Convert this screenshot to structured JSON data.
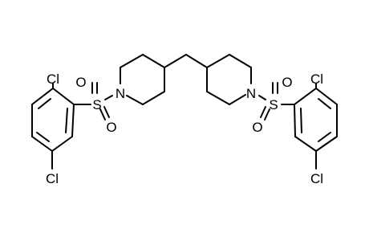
{
  "labels": {
    "cl_top_left": "Cl",
    "cl_bottom_left": "Cl",
    "s_left": "S",
    "o_left_1": "O",
    "o_left_2": "O",
    "n_left": "N",
    "n_right": "N",
    "s_right": "S",
    "o_right_1": "O",
    "o_right_2": "O",
    "cl_top_right": "Cl",
    "cl_bottom_right": "Cl"
  },
  "colors": {
    "bond": "#000000",
    "label": "#000000",
    "background": "#ffffff"
  }
}
